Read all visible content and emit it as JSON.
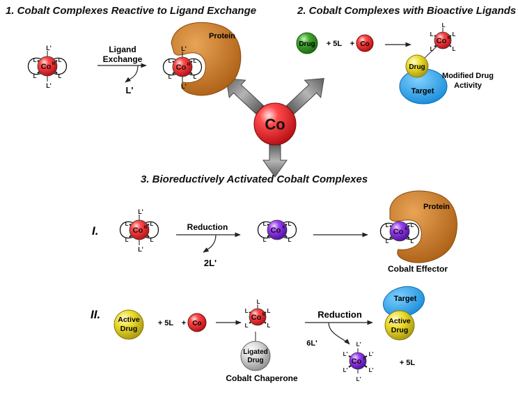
{
  "headings": {
    "h1": "1. Cobalt Complexes Reactive to Ligand Exchange",
    "h2": "2. Cobalt Complexes with Bioactive Ligands",
    "h3": "3. Bioreductively Activated Cobalt Complexes"
  },
  "center": {
    "co": "Co"
  },
  "panel1": {
    "ligand_exchange_line1": "Ligand",
    "ligand_exchange_line2": "Exchange",
    "released": "L'",
    "protein": "Protein"
  },
  "panel2": {
    "drug": "Drug",
    "plus1": "+ 5L",
    "plus2": "+",
    "co": "Co",
    "drug_bound": "Drug",
    "target": "Target",
    "result_line1": "Modified Drug",
    "result_line2": "Activity"
  },
  "rowI": {
    "roman": "I.",
    "reduction": "Reduction",
    "released": "2L'",
    "protein": "Protein",
    "caption": "Cobalt Effector"
  },
  "rowII": {
    "roman": "II.",
    "active_drug_line1": "Active",
    "active_drug_line2": "Drug",
    "plus1": "+ 5L",
    "plus2": "+",
    "co": "Co",
    "reduction": "Reduction",
    "six_l": "6L'",
    "ligated_line1": "Ligated",
    "ligated_line2": "Drug",
    "caption": "Cobalt Chaperone",
    "target": "Target",
    "freed_line1": "Active",
    "freed_line2": "Drug",
    "plus5l": "+ 5L"
  },
  "species": {
    "co3": "Co",
    "co3_sup": "III",
    "co2": "Co",
    "co2_sup": "II",
    "L": "L",
    "Lp": "L'"
  },
  "colors": {
    "cobalt_red": "#e8262b",
    "cobalt_purple": "#8a2be2",
    "protein_brown": "#c8761e",
    "drug_green": "#3c9a2c",
    "drug_yellow": "#e6d51f",
    "target_blue": "#1fa0e6",
    "arrow_gray": "#7a7a7a"
  }
}
